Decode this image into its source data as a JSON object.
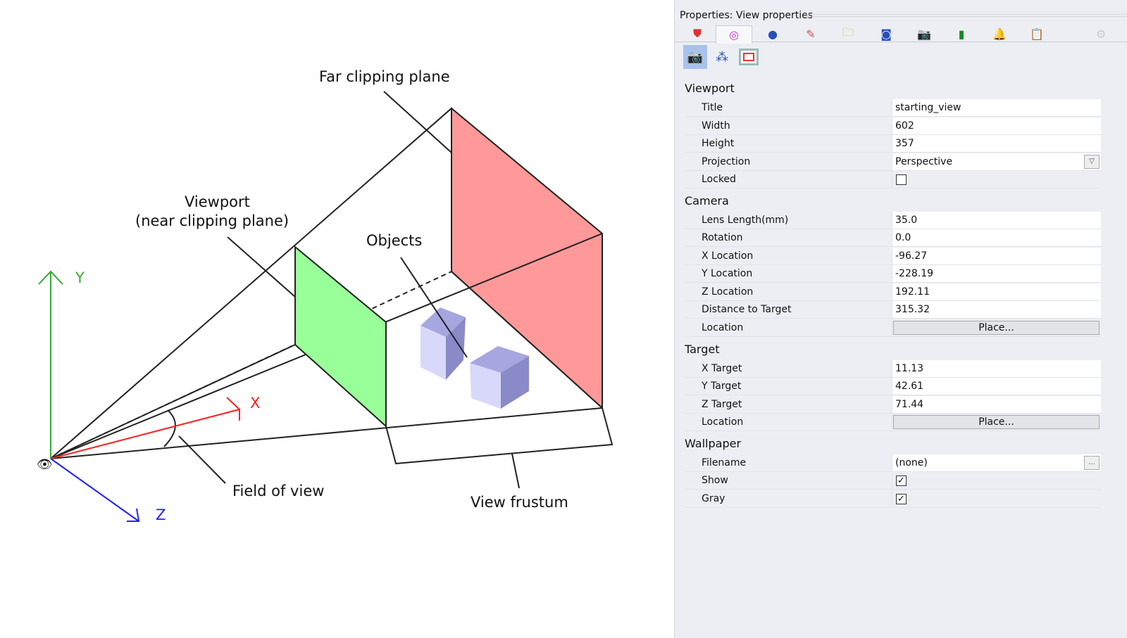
{
  "diagram": {
    "labels": {
      "far": "Far clipping plane",
      "viewport1": "Viewport",
      "viewport2": "(near clipping plane)",
      "objects": "Objects",
      "fov": "Field of view",
      "frustum": "View frustum",
      "x": "X",
      "y": "Y",
      "z": "Z"
    },
    "colors": {
      "far": "#ff9999",
      "near": "#99ff99",
      "cube": "#c8c8f4",
      "x": "#ff2020",
      "y": "#33aa33",
      "z": "#2020ff"
    }
  },
  "panel": {
    "title": "Properties: View properties",
    "tabs": [
      "object-icon",
      "color-wheel-icon",
      "material-icon",
      "brush-icon",
      "folder-icon",
      "help-icon",
      "camera-icon",
      "document-icon",
      "bell-icon",
      "clipboard-icon",
      "gear-icon"
    ],
    "subtabs": [
      "camera-icon",
      "spheres-icon",
      "frame-icon"
    ],
    "groups": {
      "viewport": {
        "name": "Viewport",
        "title_l": "Title",
        "title_v": "starting_view",
        "width_l": "Width",
        "width_v": "602",
        "height_l": "Height",
        "height_v": "357",
        "proj_l": "Projection",
        "proj_v": "Perspective",
        "locked_l": "Locked"
      },
      "camera": {
        "name": "Camera",
        "lens_l": "Lens Length(mm)",
        "lens_v": "35.0",
        "rot_l": "Rotation",
        "rot_v": "0.0",
        "xl_l": "X Location",
        "xl_v": "-96.27",
        "yl_l": "Y Location",
        "yl_v": "-228.19",
        "zl_l": "Z Location",
        "zl_v": "192.11",
        "dist_l": "Distance to Target",
        "dist_v": "315.32",
        "loc_l": "Location",
        "loc_btn": "Place..."
      },
      "target": {
        "name": "Target",
        "xt_l": "X Target",
        "xt_v": "11.13",
        "yt_l": "Y Target",
        "yt_v": "42.61",
        "zt_l": "Z Target",
        "zt_v": "71.44",
        "loc_l": "Location",
        "loc_btn": "Place..."
      },
      "wallpaper": {
        "name": "Wallpaper",
        "file_l": "Filename",
        "file_v": "(none)",
        "file_btn": "...",
        "show_l": "Show",
        "gray_l": "Gray"
      }
    }
  }
}
